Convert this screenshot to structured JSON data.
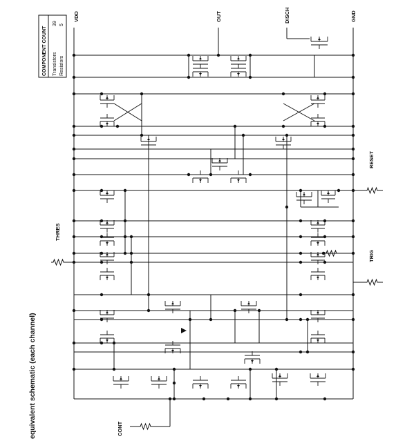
{
  "title": "equivalent schematic (each channel)",
  "component_count": {
    "heading": "COMPONENT COUNT",
    "rows": [
      {
        "label": "Transistors",
        "value": "39"
      },
      {
        "label": "Resistors",
        "value": "5"
      }
    ]
  },
  "pins": {
    "vdd": "VDD",
    "out": "OUT",
    "disch": "DISCH",
    "gnd": "GND",
    "reset": "RESET",
    "thres": "THRES",
    "trig": "TRIG",
    "cont": "CONT"
  }
}
